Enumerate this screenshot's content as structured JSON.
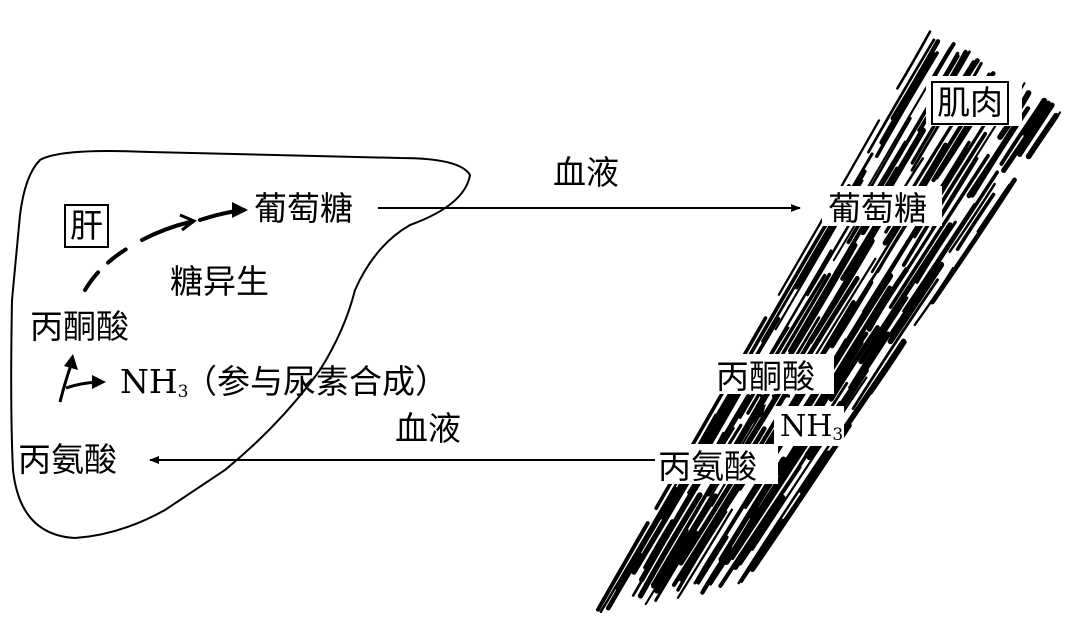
{
  "liver": {
    "title": "肝",
    "glucose": "葡萄糖",
    "gluconeogenesis": "糖异生",
    "pyruvate": "丙酮酸",
    "ammonia": "NH",
    "ammonia_sub": "3",
    "urea_note": "（参与尿素合成）",
    "alanine": "丙氨酸"
  },
  "muscle": {
    "title": "肌肉",
    "glucose": "葡萄糖",
    "pyruvate": "丙酮酸",
    "ammonia": "NH",
    "ammonia_sub": "3",
    "alanine": "丙氨酸"
  },
  "transport": {
    "upper_label": "血液",
    "lower_label": "血液"
  },
  "colors": {
    "ink": "#000000",
    "background": "#ffffff"
  }
}
